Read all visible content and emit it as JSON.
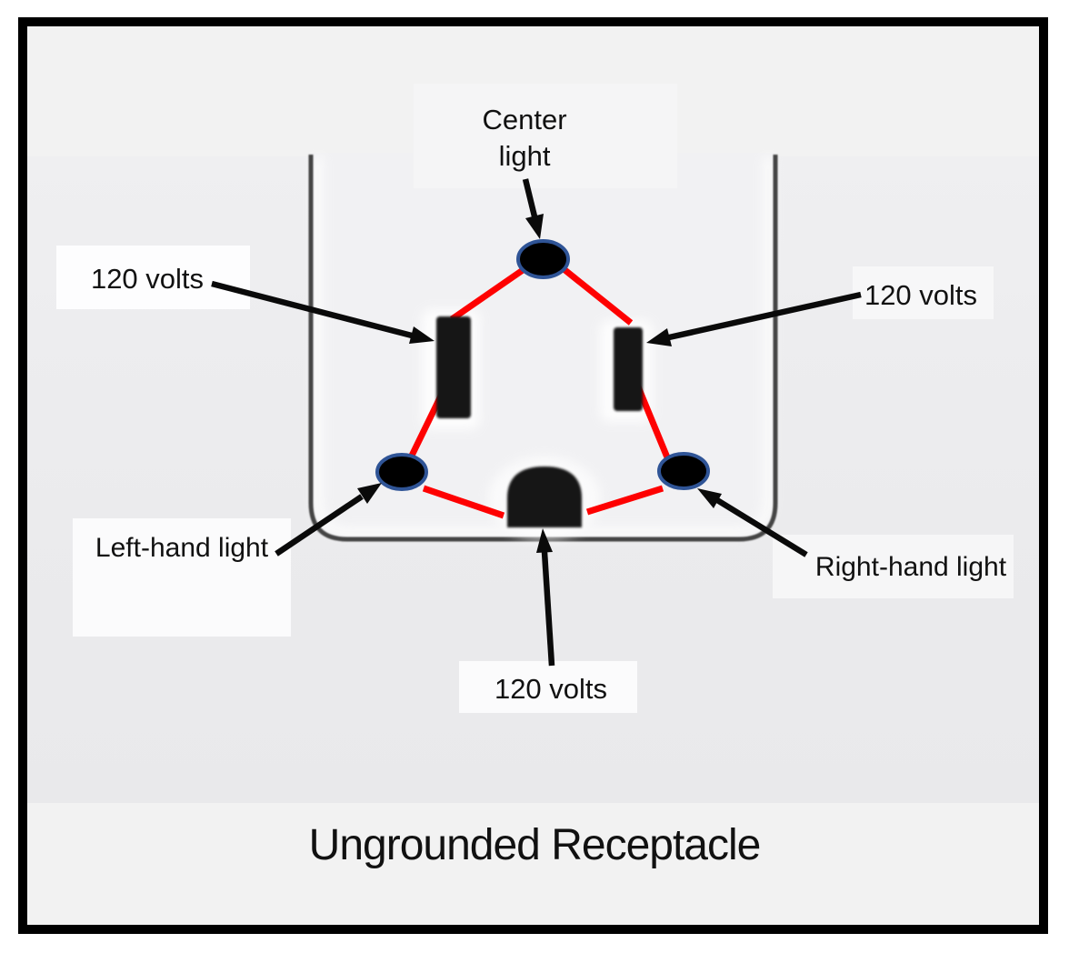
{
  "title": "Ungrounded Receptacle",
  "annotations": {
    "center_light_line1": "Center",
    "center_light_line2": "light",
    "left_voltage": "120 volts",
    "right_voltage": "120 volts",
    "bottom_voltage": "120 volts",
    "left_light": "Left-hand light",
    "right_light": "Right-hand light"
  },
  "colors": {
    "wire": "#fe0101",
    "probe_ring": "#2f5496",
    "arrow": "#0a0a0a",
    "frame": "#000000",
    "slot": "#141414"
  }
}
